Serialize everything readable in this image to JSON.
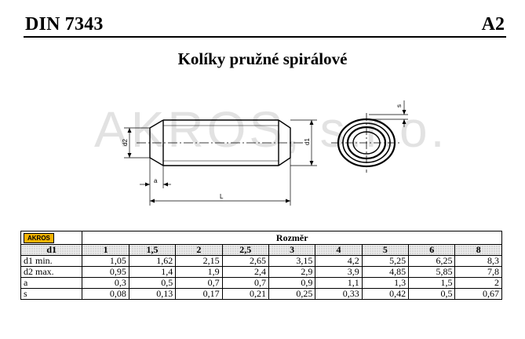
{
  "header": {
    "standard": "DIN 7343",
    "sheet": "A2",
    "title": "Kolíky pružné spirálové"
  },
  "watermark": "AKROS, s.r.o.",
  "drawing": {
    "labels": {
      "d2": "d2",
      "d1": "d1",
      "a": "a",
      "L": "L",
      "s": "s"
    }
  },
  "table": {
    "brand": "AKROS",
    "caption": "Rozměr",
    "header_label": "d1",
    "columns": [
      "1",
      "1,5",
      "2",
      "2,5",
      "3",
      "4",
      "5",
      "6",
      "8"
    ],
    "rows": [
      {
        "label": "d1 min.",
        "values": [
          "1,05",
          "1,62",
          "2,15",
          "2,65",
          "3,15",
          "4,2",
          "5,25",
          "6,25",
          "8,3"
        ]
      },
      {
        "label": "d2 max.",
        "values": [
          "0,95",
          "1,4",
          "1,9",
          "2,4",
          "2,9",
          "3,9",
          "4,85",
          "5,85",
          "7,8"
        ]
      },
      {
        "label": "a",
        "values": [
          "0,3",
          "0,5",
          "0,7",
          "0,7",
          "0,9",
          "1,1",
          "1,3",
          "1,5",
          "2"
        ]
      },
      {
        "label": "s",
        "values": [
          "0,08",
          "0,13",
          "0,17",
          "0,21",
          "0,25",
          "0,33",
          "0,42",
          "0,5",
          "0,67"
        ]
      }
    ]
  }
}
